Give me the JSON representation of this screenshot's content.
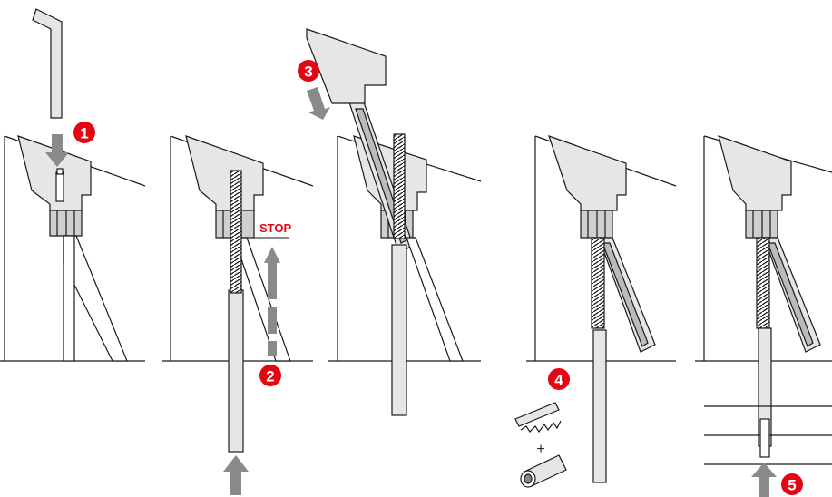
{
  "steps": [
    {
      "number": "1"
    },
    {
      "number": "2"
    },
    {
      "number": "3"
    },
    {
      "number": "4"
    },
    {
      "number": "5"
    }
  ],
  "stop_label": "STOP",
  "plus_label": "+",
  "colors": {
    "marker_red": "#e30613",
    "arrow_grey": "#8a8a8a",
    "fill_light": "#e6e6e6",
    "outline": "#1a1a1a"
  },
  "icons": [
    "allen-key-icon",
    "saw-icon",
    "threaded-sleeve-icon",
    "arrow-icon"
  ]
}
